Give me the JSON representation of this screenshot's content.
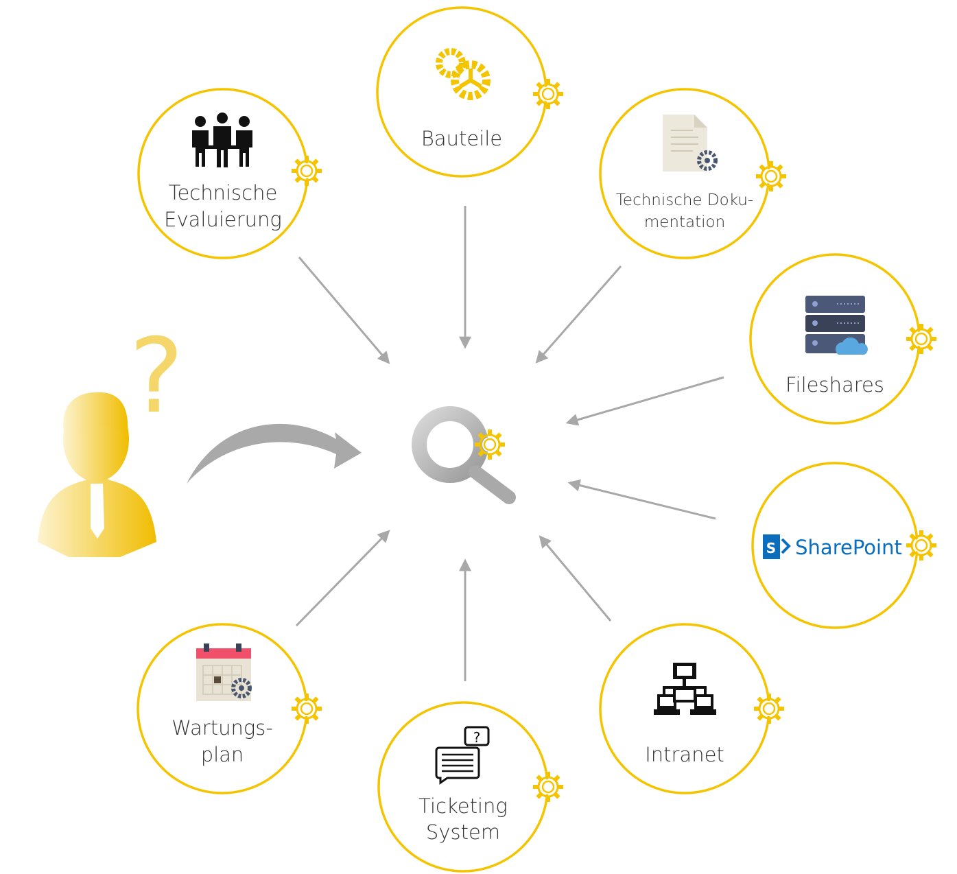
{
  "colors": {
    "accent": "#f5c400",
    "arrow": "#a8a8a8",
    "text": "#333333",
    "sharepoint": "#0a6ebd"
  },
  "nodes": {
    "bauteile": {
      "lines": [
        "Bauteile"
      ]
    },
    "evaluierung": {
      "lines": [
        "Technische",
        "Evaluierung"
      ]
    },
    "dokumentation": {
      "lines": [
        "Technische Doku-",
        "mentation"
      ]
    },
    "fileshares": {
      "lines": [
        "Fileshares"
      ]
    },
    "sharepoint": {
      "lines": [
        "SharePoint"
      ]
    },
    "intranet": {
      "lines": [
        "Intranet"
      ]
    },
    "ticketing": {
      "lines": [
        "Ticketing",
        "System"
      ]
    },
    "wartungsplan": {
      "lines": [
        "Wartungs-",
        "plan"
      ]
    }
  },
  "person": {
    "question_mark": "?"
  },
  "icons": {
    "sharepoint_letter": "S",
    "ticket_question": "?"
  }
}
